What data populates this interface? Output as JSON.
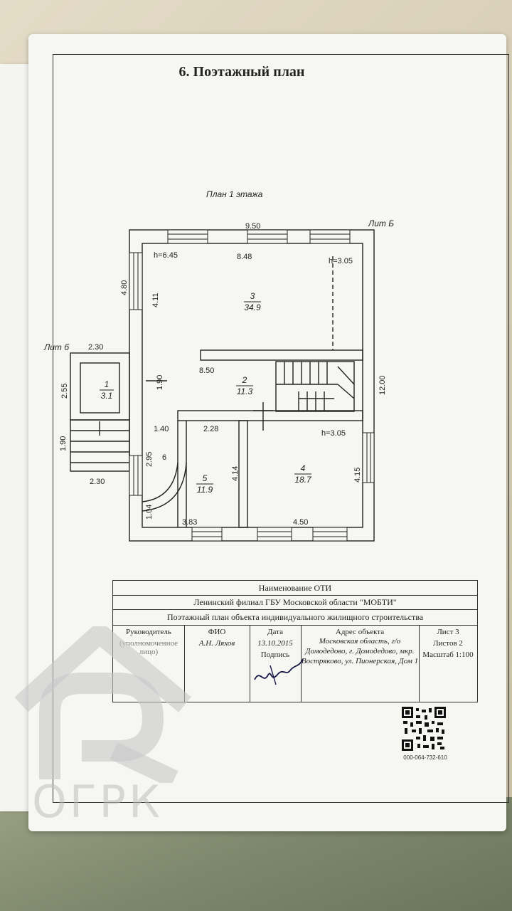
{
  "document": {
    "title": "6. Поэтажный план",
    "plan_title": "План 1 этажа",
    "lit_main": "Лит Б",
    "lit_small": "Лит б"
  },
  "dimensions": {
    "top_width": "9.50",
    "inner_top": "8.48",
    "left_height": "4.80",
    "inner_left": "4.11",
    "h_main": "h=6.45",
    "h_right": "h=3.05",
    "h_room4": "h=3.05",
    "right_height": "12.00",
    "corridor_width": "8.50",
    "corridor_height": "1.90",
    "porch_width_top": "2.30",
    "porch_height": "2.55",
    "steps_height": "1.90",
    "porch_width_bottom": "2.30",
    "d_140": "1.40",
    "d_228": "2.28",
    "d_295": "2.95",
    "d_6": "6",
    "d_414": "4.14",
    "d_415": "4.15",
    "d_104": "1.04",
    "d_383": "3.83",
    "d_450": "4.50"
  },
  "rooms": [
    {
      "num": "1",
      "area": "3.1"
    },
    {
      "num": "2",
      "area": "11.3"
    },
    {
      "num": "3",
      "area": "34.9"
    },
    {
      "num": "4",
      "area": "18.7"
    },
    {
      "num": "5",
      "area": "11.9"
    }
  ],
  "stamp": {
    "name_label": "Наименование ОТИ",
    "org": "Ленинский филиал ГБУ Московской области \"МОБТИ\"",
    "object": "Поэтажный план объекта индивидуального жилищного строительства",
    "head_label": "Руководитель",
    "head_sub": "(уполномоченное лицо)",
    "fio_label": "ФИО",
    "fio_value": "А.Н. Ляхов",
    "date_label": "Дата",
    "date_value": "13.10.2015",
    "sign_label": "Подпись",
    "address_label": "Адрес объекта",
    "address_value": "Московская область, г/о Домодедово, г. Домодедово, мкр. Востряково, ул. Пионерская, Дом 1",
    "sheet": "Лист 3",
    "sheets": "Листов 2",
    "scale": "Масштаб 1:100"
  },
  "qr_number": "000-064-732-610",
  "watermark": "ОГРК"
}
